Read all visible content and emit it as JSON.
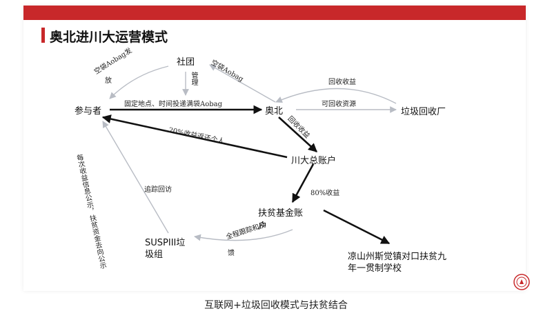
{
  "slide": {
    "title": "奥北进川大运营模式"
  },
  "nodes": {
    "participants": "参与者",
    "club": "社团",
    "aobei": "奥北",
    "recycling_factory": "垃圾回收厂",
    "scu_account": "川大总账户",
    "poverty_fund_line1": "扶贫基金账",
    "poverty_fund_line2": "户",
    "susp_line1": "SUSPIII垃",
    "susp_line2": "圾组",
    "school_line1": "凉山州斯觉镇对口扶贫九",
    "school_line2": "年一贯制学校"
  },
  "edges": {
    "club_to_participants_1": "空袋Aobag发",
    "club_to_participants_2": "放",
    "club_manage": "管理",
    "aobei_to_club": "空袋Aobag",
    "participants_to_aobei": "固定地点、时间投递满袋Aobag",
    "recycle_revenue": "回收收益",
    "recyclable_resources": "可回收资源",
    "aobei_to_scu": "回收收益",
    "scu_to_participants": "20%收益返还个人",
    "scu_to_fund": "80%收益",
    "susp_to_participants_tracking": "追踪回访",
    "susp_info": "每次收益信息公示，扶贫资金去向公示",
    "fund_feedback_1": "全程跟踪和反",
    "fund_feedback_2": "馈"
  },
  "caption": "互联网+垃圾回收模式与扶贫结合",
  "colors": {
    "accent": "#c8282a",
    "heavy_arrow": "#111111",
    "light_arrow": "#b8bcc4"
  }
}
